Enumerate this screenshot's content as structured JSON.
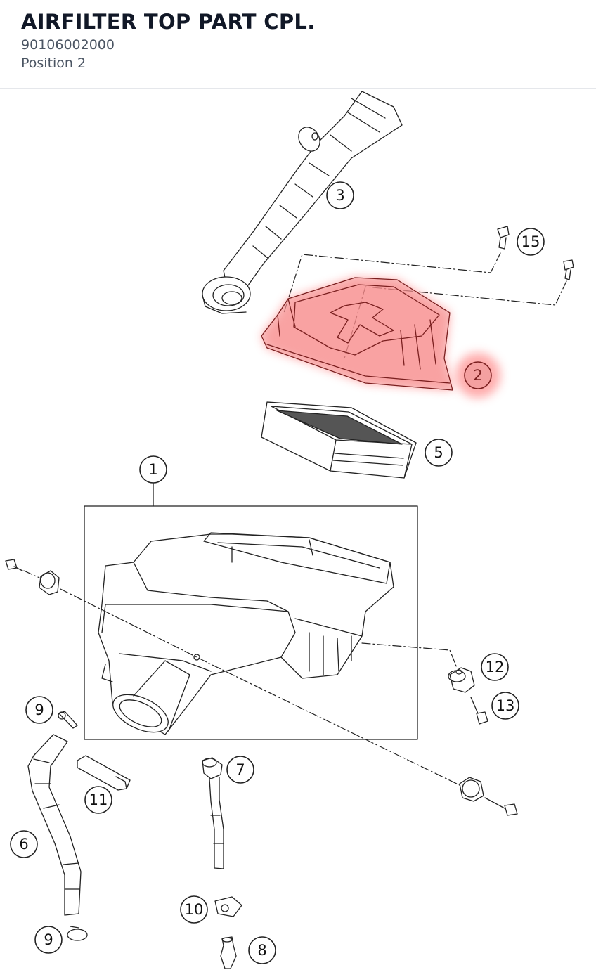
{
  "header": {
    "title": "AIRFILTER TOP PART CPL.",
    "part_number": "90106002000",
    "position": "Position 2"
  },
  "colors": {
    "highlight": "#ff5a5a",
    "line": "#222222"
  },
  "callouts": {
    "c1": "1",
    "c2": "2",
    "c3": "3",
    "c5": "5",
    "c6": "6",
    "c7": "7",
    "c8": "8",
    "c9a": "9",
    "c9b": "9",
    "c10": "10",
    "c11": "11",
    "c12": "12",
    "c13": "13",
    "c15": "15"
  }
}
